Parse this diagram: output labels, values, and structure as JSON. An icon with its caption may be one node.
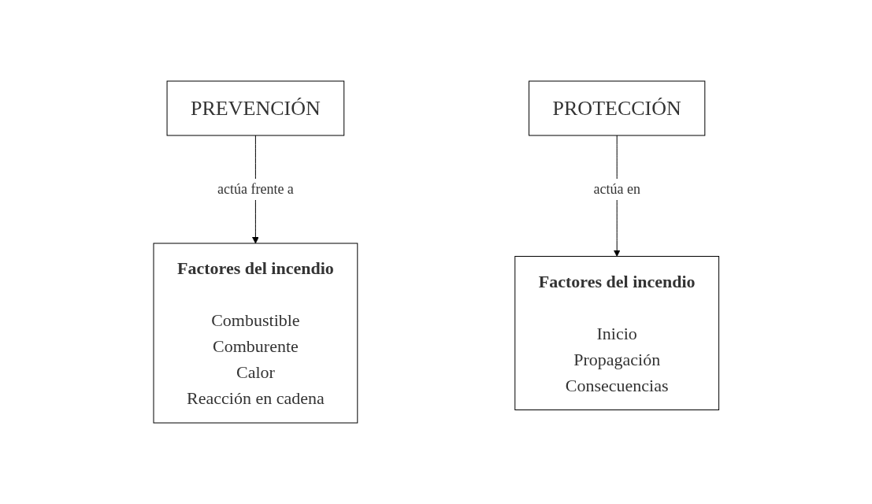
{
  "diagram": {
    "nodes": [
      {
        "text": [
          "PREVENCIÓN"
        ]
      },
      {
        "text": [
          "Factores del incendio",
          "Combustible",
          "Comburente",
          "Calor",
          "Reacción en cadena"
        ]
      },
      {
        "text": [
          "PROTECCIÓN"
        ]
      },
      {
        "text": [
          "Factores del incendio",
          "Inicio",
          "Propagación",
          "Consecuencias"
        ]
      }
    ],
    "edges": [
      {
        "from": 0,
        "to": 1,
        "arrow": "to",
        "label": "actúa frente a"
      },
      {
        "from": 2,
        "to": 3,
        "arrow": "to",
        "label": "actúa en"
      }
    ]
  }
}
